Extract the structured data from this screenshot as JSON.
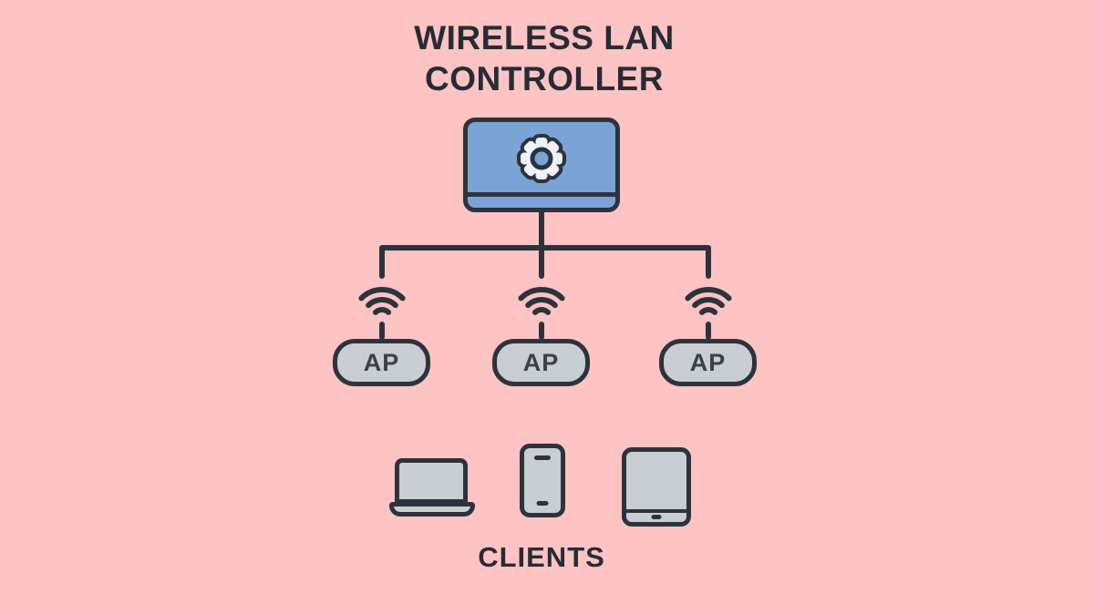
{
  "title": {
    "line1": "WIRELESS LAN",
    "line2": "CONTROLLER"
  },
  "controller": {
    "icon": "gear-icon"
  },
  "access_points": [
    {
      "label": "AP"
    },
    {
      "label": "AP"
    },
    {
      "label": "AP"
    }
  ],
  "clients": {
    "label": "CLIENTS",
    "devices": [
      "laptop-icon",
      "smartphone-icon",
      "tablet-icon"
    ]
  },
  "colors": {
    "background": "#fdc4c3",
    "outline": "#2d333c",
    "monitor-blue": "#7aa4d6",
    "gear-white": "#eef2f6",
    "device-gray": "#c9ced2",
    "text-dark": "#272c34",
    "ap-text": "#3a414b"
  }
}
